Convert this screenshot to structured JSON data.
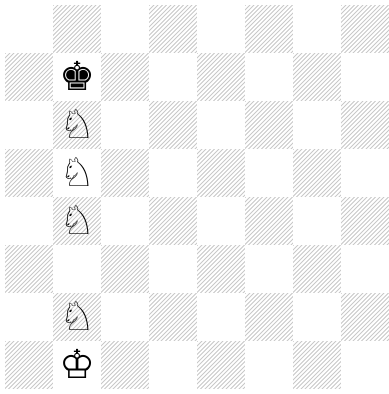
{
  "board": {
    "files": [
      "a",
      "b",
      "c",
      "d",
      "e",
      "f",
      "g",
      "h"
    ],
    "ranks": [
      "8",
      "7",
      "6",
      "5",
      "4",
      "3",
      "2",
      "1"
    ],
    "light_color": "#ffffff",
    "dark_pattern_color": "#c9c9c9"
  },
  "pieces": [
    {
      "square": "b7",
      "color": "black",
      "type": "king",
      "glyph": "♚",
      "icon": "black-king-icon"
    },
    {
      "square": "b6",
      "color": "white",
      "type": "knight",
      "glyph": "♘",
      "icon": "white-knight-icon"
    },
    {
      "square": "b5",
      "color": "white",
      "type": "knight",
      "glyph": "♘",
      "icon": "white-knight-icon"
    },
    {
      "square": "b4",
      "color": "white",
      "type": "knight",
      "glyph": "♘",
      "icon": "white-knight-icon"
    },
    {
      "square": "b2",
      "color": "white",
      "type": "knight",
      "glyph": "♘",
      "icon": "white-knight-icon"
    },
    {
      "square": "b1",
      "color": "white",
      "type": "king",
      "glyph": "♔",
      "icon": "white-king-icon"
    }
  ]
}
